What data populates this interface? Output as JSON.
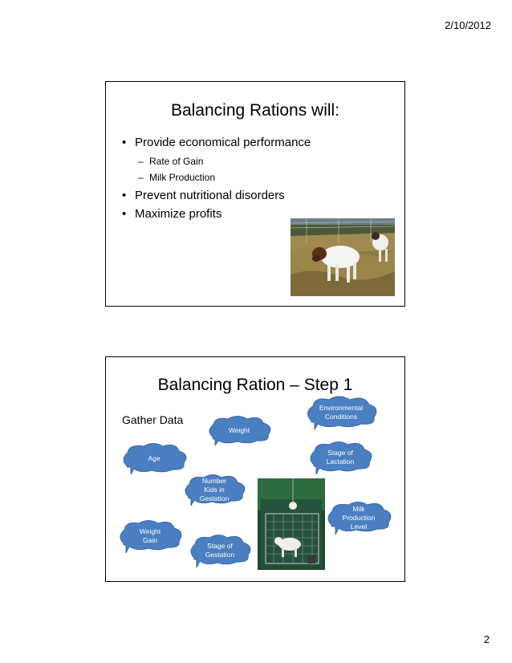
{
  "header": {
    "date": "2/10/2012"
  },
  "footer": {
    "page_number": "2"
  },
  "slide1": {
    "title": "Balancing Rations will:",
    "bullets": [
      {
        "level": 1,
        "text": "Provide economical performance"
      },
      {
        "level": 2,
        "text": "Rate of Gain"
      },
      {
        "level": 2,
        "text": "Milk Production"
      },
      {
        "level": 1,
        "text": "Prevent nutritional disorders"
      },
      {
        "level": 1,
        "text": "Maximize profits"
      }
    ]
  },
  "slide2": {
    "title": "Balancing Ration – Step 1",
    "subtitle": "Gather Data",
    "clouds": [
      {
        "text": "Environmental\nConditions"
      },
      {
        "text": "Weight"
      },
      {
        "text": "Age"
      },
      {
        "text": "Stage of\nLactation"
      },
      {
        "text": "Number\nKids in\nGestation"
      },
      {
        "text": "Milk\nProduction\nLevel"
      },
      {
        "text": "Weight\nGain"
      },
      {
        "text": "Stage of\nGestation"
      }
    ]
  },
  "colors": {
    "cloud_fill": "#4a7fc1",
    "cloud_stroke": "#3a6aa6"
  },
  "bullet_marks": {
    "level1": "•",
    "level2": "–"
  }
}
